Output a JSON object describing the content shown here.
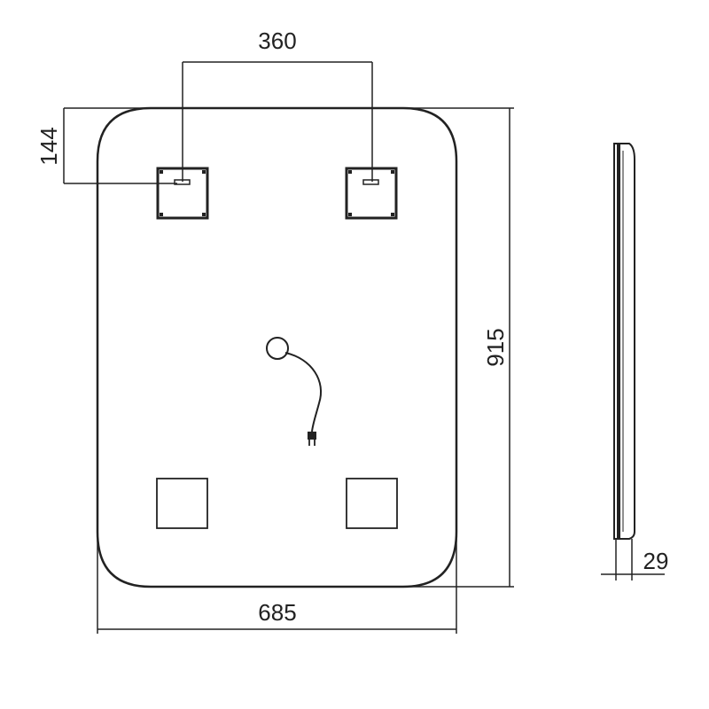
{
  "dimensions": {
    "mount_spacing": "360",
    "top_offset": "144",
    "overall_height": "915",
    "overall_width": "685",
    "depth": "29"
  },
  "colors": {
    "line": "#222222",
    "background": "#ffffff"
  },
  "parts": {
    "front_view": "rounded-rectangle-mirror",
    "mounting_brackets": 2,
    "lower_pads": 2,
    "power_cable": "cable-with-plug"
  }
}
